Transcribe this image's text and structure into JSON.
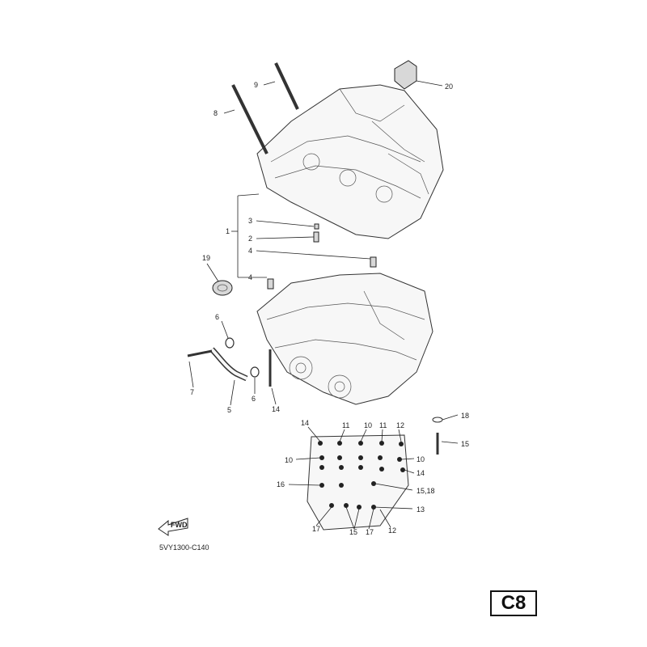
{
  "callouts": {
    "c1": "1",
    "c2": "2",
    "c3": "3",
    "c4a": "4",
    "c4b": "4",
    "c5": "5",
    "c6a": "6",
    "c6b": "6",
    "c7": "7",
    "c8": "8",
    "c9": "9",
    "c10a": "10",
    "c10b": "10",
    "c10c": "10",
    "c11a": "11",
    "c11b": "11",
    "c12a": "12",
    "c12b": "12",
    "c13": "13",
    "c14a": "14",
    "c14b": "14",
    "c14c": "14",
    "c15a": "15",
    "c15b": "15",
    "c1518": "15,18",
    "c16": "16",
    "c17a": "17",
    "c17b": "17",
    "c18": "18",
    "c19": "19",
    "c20": "20"
  },
  "fwd_label": "FWD",
  "diagram_code": "5VY1300-C140",
  "page_tag": "C8"
}
